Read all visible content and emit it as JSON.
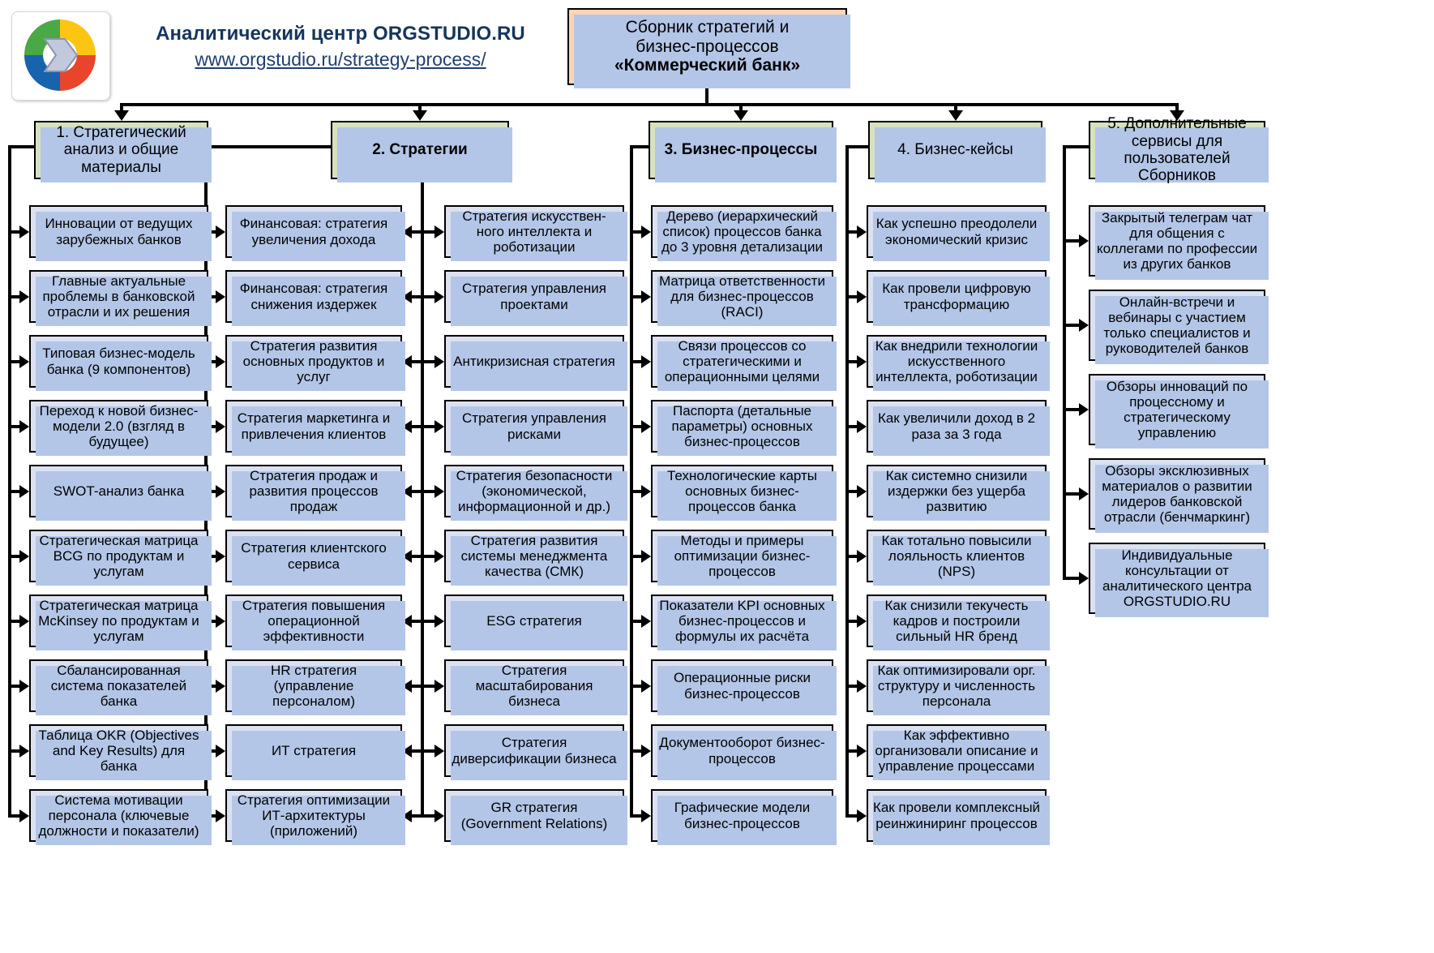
{
  "brand": {
    "title": "Аналитический центр ORGSTUDIO.RU",
    "url": "www.orgstudio.ru/strategy-process/",
    "logo_icon": "orgstudio-ring-logo"
  },
  "title_box": {
    "line1": "Сборник стратегий и",
    "line2": "бизнес-процессов",
    "line3": "«Коммерческий банк»"
  },
  "columns": [
    {
      "header": "1. Стратегический анализ и общие материалы",
      "bold_header": false,
      "items": [
        "Инновации от ведущих зарубежных банков",
        "Главные актуальные проблемы в банковской отрасли и их решения",
        "Типовая бизнес-модель банка (9 компонентов)",
        "Переход к новой бизнес-модели 2.0 (взгляд в будущее)",
        "SWOT-анализ банка",
        "Стратегическая матрица BCG по продуктам и услугам",
        "Стратегическая матрица McKinsey по продуктам и услугам",
        "Сбалансированная система показателей банка",
        "Таблица OKR (Objectives and Key Results) для банка",
        "Система мотивации персонала (ключевые должности и показатели)"
      ]
    },
    {
      "header": "2. Стратегии",
      "bold_header": true,
      "items": [
        "Финансовая: стратегия увеличения дохода",
        "Финансовая: стратегия снижения издержек",
        "Стратегия развития основных продуктов и услуг",
        "Стратегия маркетинга и привлечения клиентов",
        "Стратегия продаж и развития процессов продаж",
        "Стратегия клиентского сервиса",
        "Стратегия повышения операционной эффективности",
        "HR стратегия (управление персоналом)",
        "ИТ стратегия",
        "Стратегия оптимизации ИТ-архитектуры (приложений)"
      ],
      "items_right": [
        "Стратегия искусствен-ного интеллекта и роботизации",
        "Стратегия управления проектами",
        "Антикризисная стратегия",
        "Стратегия управления рисками",
        "Стратегия безопасности (экономической, информационной и др.)",
        "Стратегия развития системы менеджмента качества (СМК)",
        "ESG стратегия",
        "Стратегия масштабирования бизнеса",
        "Стратегия диверсификации бизнеса",
        "GR стратегия (Government Relations)"
      ]
    },
    {
      "header": "3. Бизнес-процессы",
      "bold_header": true,
      "items": [
        "Дерево (иерархический список) процессов банка до 3 уровня детализации",
        "Матрица ответственности для бизнес-процессов (RACI)",
        "Связи процессов со стратегическими и операционными целями",
        "Паспорта (детальные параметры) основных бизнес-процессов",
        "Технологические карты основных бизнес-процессов банка",
        "Методы и примеры оптимизации бизнес-процессов",
        "Показатели KPI основных бизнес-процессов и формулы их расчёта",
        "Операционные риски бизнес-процессов",
        "Документооборот бизнес-процессов",
        "Графические модели бизнес-процессов"
      ]
    },
    {
      "header": "4. Бизнес-кейсы",
      "bold_header": false,
      "items": [
        "Как успешно преодолели экономический кризис",
        "Как провели цифровую трансформацию",
        "Как внедрили технологии искусственного интеллекта, роботизации",
        "Как увеличили доход в 2 раза за 3 года",
        "Как системно снизили издержки без ущерба развитию",
        "Как тотально повысили лояльность клиентов (NPS)",
        "Как снизили текучесть кадров и построили сильный HR бренд",
        "Как оптимизировали орг. структуру и численность персонала",
        "Как эффективно организовали описание и управление процессами",
        "Как провели комплексный реинжиниринг процессов"
      ]
    },
    {
      "header": "5. Дополнительные сервисы для пользователей Сборников",
      "bold_header": false,
      "items": [
        "Закрытый телеграм чат для общения с коллегами по профессии из других банков",
        "Онлайн-встречи и вебинары с участием только специалистов и руководителей банков",
        "Обзоры инноваций по процессному и стратегическому управлению",
        "Обзоры эксклюзивных материалов о развитии лидеров банковской отрасли (бенчмаркинг)",
        "Индивидуальные консультации от аналитического центра ORGSTUDIO.RU"
      ]
    }
  ],
  "colors": {
    "title_fill": "#fbd5b5",
    "header_fill": "#d7e1c0",
    "leaf_fill": "#dbe1f1",
    "shadow": "#b3c6e7",
    "brand_text": "#16355c"
  }
}
